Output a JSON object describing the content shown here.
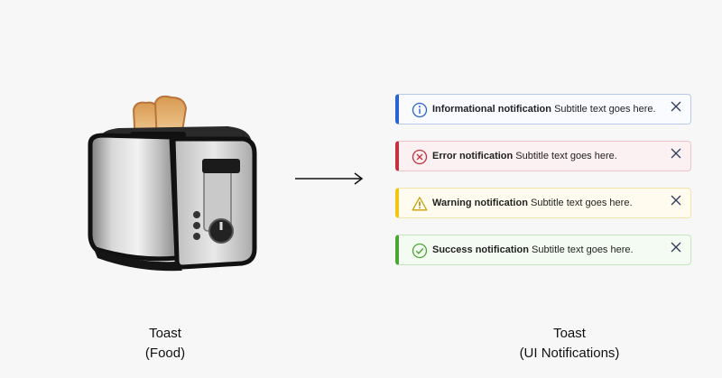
{
  "colors": {
    "background": "#f7f7f7",
    "info": "#2a63d4",
    "error": "#c6303f",
    "warning": "#f2c514",
    "success": "#4ca636"
  },
  "left": {
    "image_icon": "toaster-with-bread",
    "caption_line1": "Toast",
    "caption_line2": "(Food)"
  },
  "arrow_icon": "right-arrow",
  "notifications": [
    {
      "type": "info",
      "icon": "info-circle-icon",
      "title": "Informational notification",
      "subtitle": "Subtitle text goes here."
    },
    {
      "type": "error",
      "icon": "error-circle-icon",
      "title": "Error notification",
      "subtitle": "Subtitle text goes here."
    },
    {
      "type": "warning",
      "icon": "warning-triangle-icon",
      "title": "Warning notification",
      "subtitle": "Subtitle text goes here."
    },
    {
      "type": "success",
      "icon": "checkmark-circle-icon",
      "title": "Success notification",
      "subtitle": "Subtitle text goes here."
    }
  ],
  "right": {
    "caption_line1": "Toast",
    "caption_line2": "(UI Notifications)"
  }
}
